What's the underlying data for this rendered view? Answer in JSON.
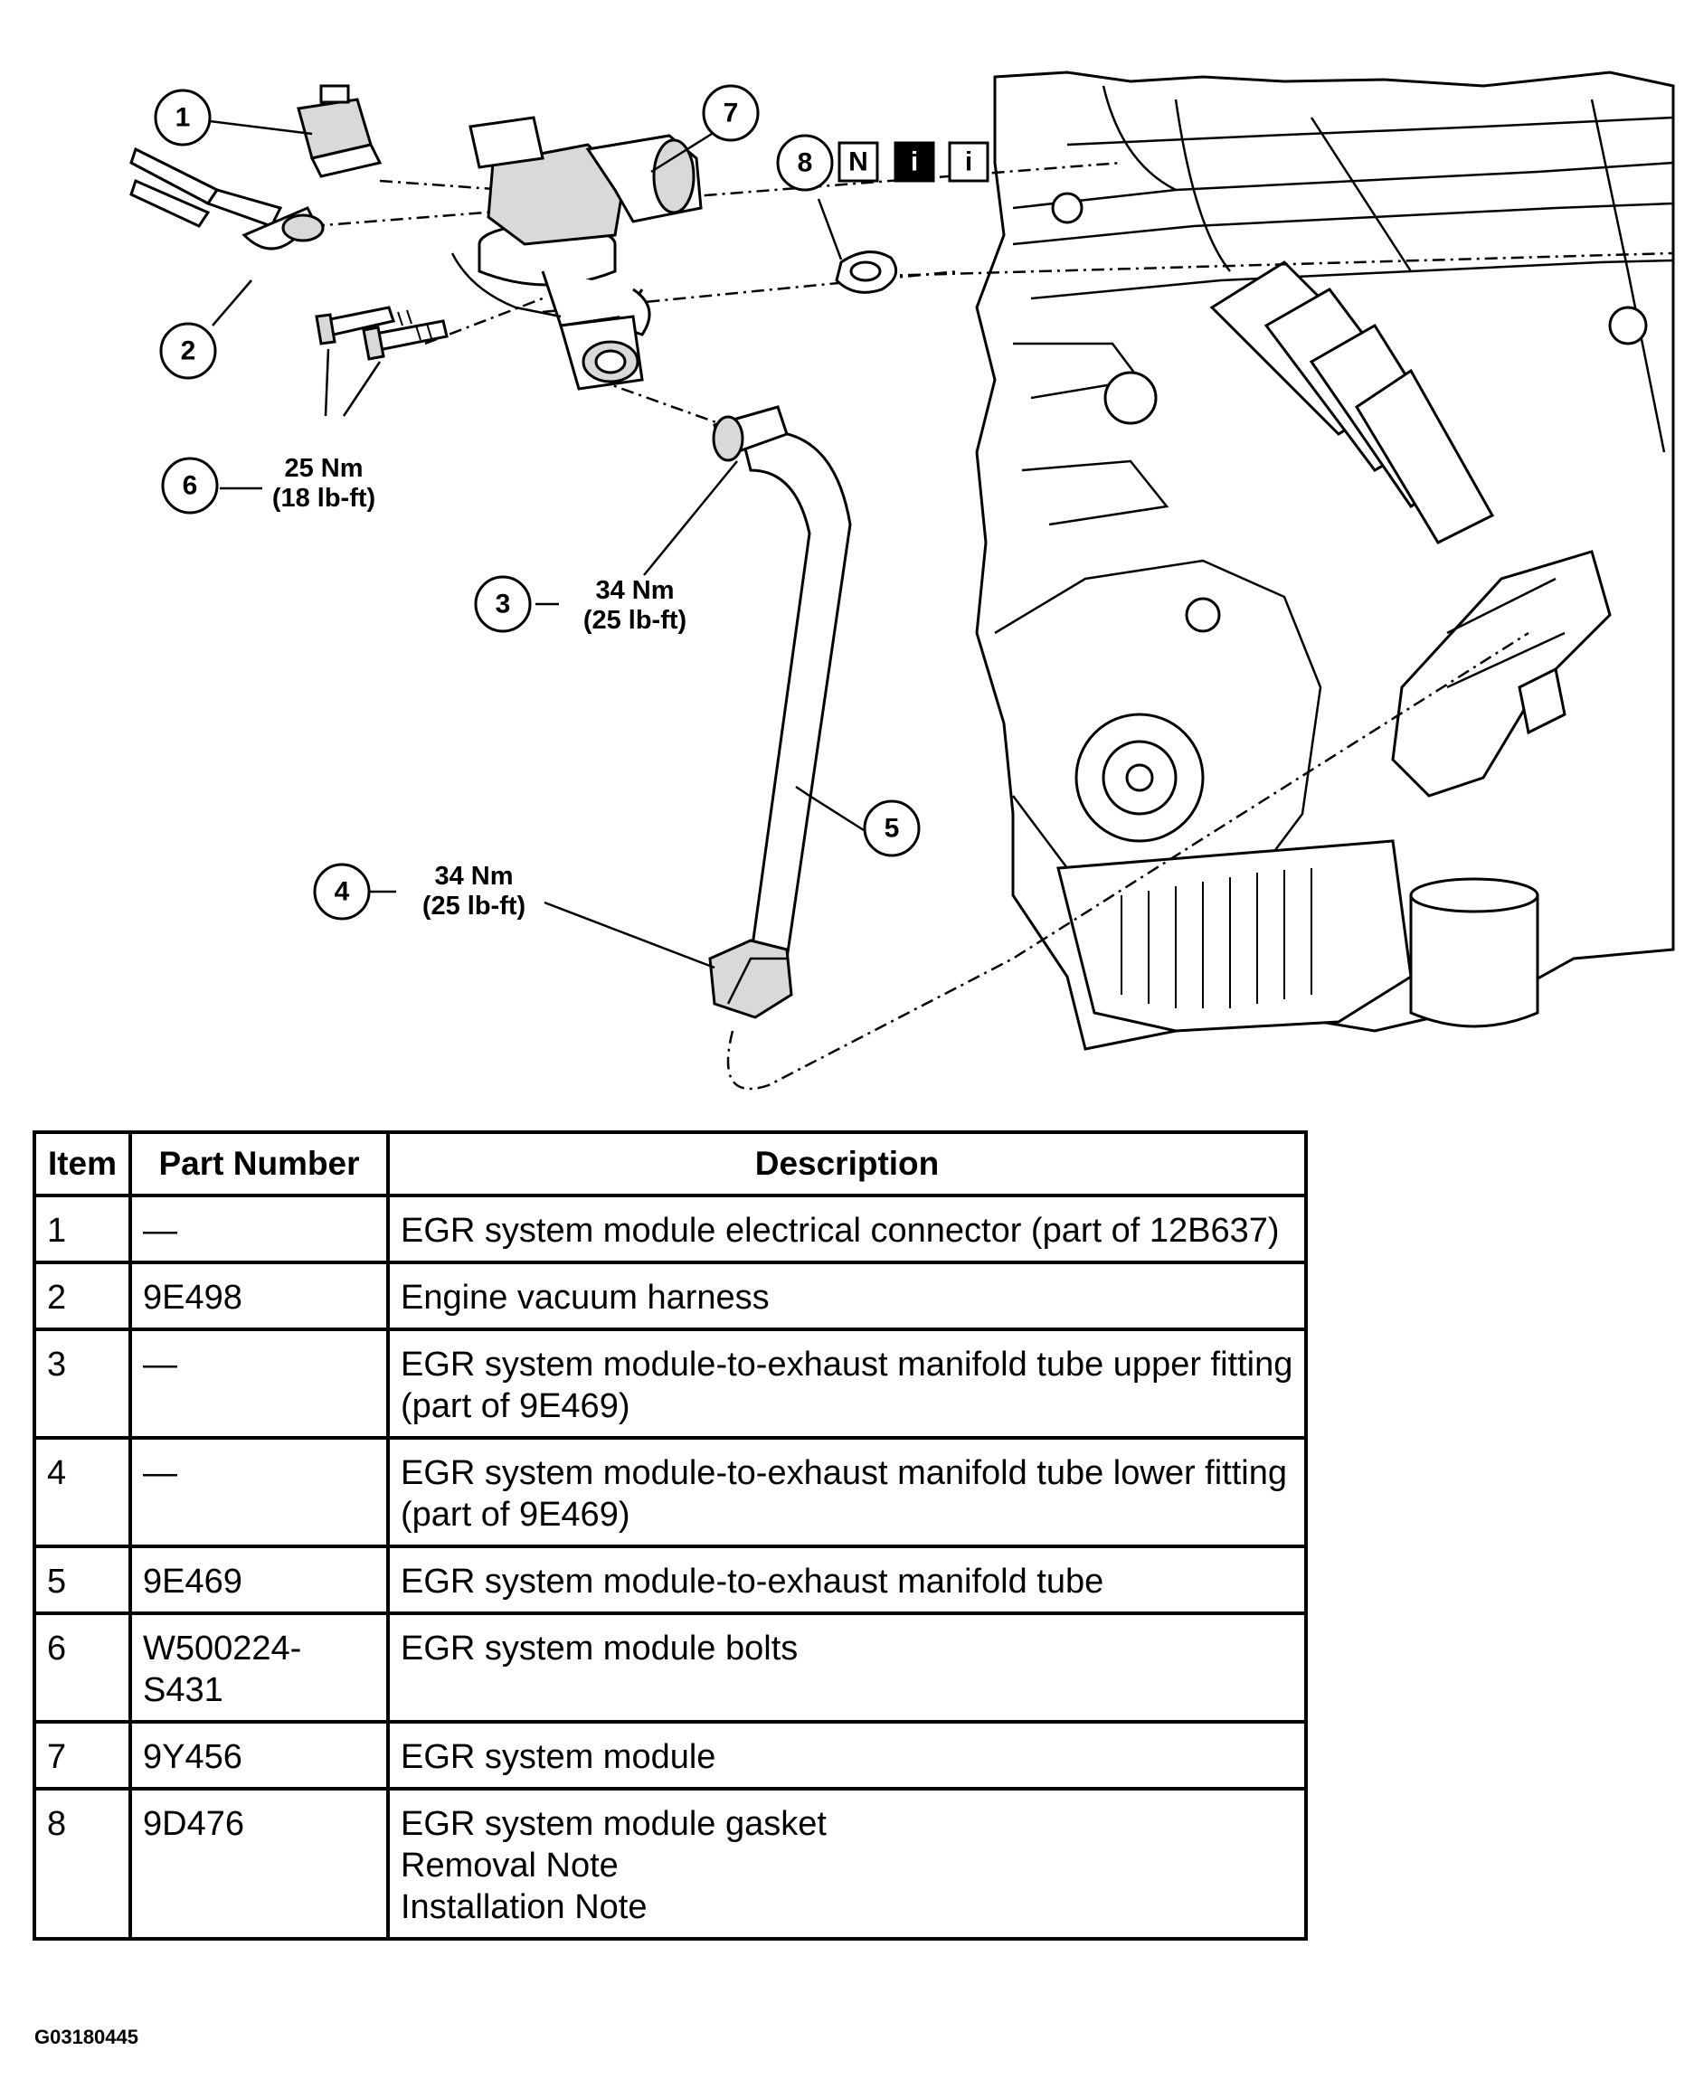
{
  "callouts": [
    {
      "num": "1"
    },
    {
      "num": "2"
    },
    {
      "num": "3"
    },
    {
      "num": "4"
    },
    {
      "num": "5"
    },
    {
      "num": "6"
    },
    {
      "num": "7"
    },
    {
      "num": "8"
    }
  ],
  "torque_specs": {
    "item6": {
      "metric": "25 Nm",
      "imperial": "(18 lb-ft)"
    },
    "item3": {
      "metric": "34 Nm",
      "imperial": "(25 lb-ft)"
    },
    "item4": {
      "metric": "34 Nm",
      "imperial": "(25 lb-ft)"
    }
  },
  "note_icons": [
    "N",
    "i",
    "i"
  ],
  "table": {
    "headers": [
      "Item",
      "Part Number",
      "Description"
    ],
    "rows": [
      {
        "item": "1",
        "part": [
          "—"
        ],
        "desc": [
          "EGR system module electrical connector (part of 12B637)"
        ]
      },
      {
        "item": "2",
        "part": [
          "9E498"
        ],
        "desc": [
          "Engine vacuum harness"
        ]
      },
      {
        "item": "3",
        "part": [
          "—"
        ],
        "desc": [
          "EGR system module-to-exhaust manifold tube upper fitting (part of 9E469)"
        ]
      },
      {
        "item": "4",
        "part": [
          "—"
        ],
        "desc": [
          "EGR system module-to-exhaust manifold tube lower fitting (part of 9E469)"
        ]
      },
      {
        "item": "5",
        "part": [
          "9E469"
        ],
        "desc": [
          "EGR system module-to-exhaust manifold tube"
        ]
      },
      {
        "item": "6",
        "part": [
          "W500224-",
          "S431"
        ],
        "desc": [
          "EGR system module bolts"
        ]
      },
      {
        "item": "7",
        "part": [
          "9Y456"
        ],
        "desc": [
          "EGR system module"
        ]
      },
      {
        "item": "8",
        "part": [
          "9D476"
        ],
        "desc": [
          "EGR system module gasket",
          "Removal Note",
          "Installation Note"
        ]
      }
    ]
  },
  "figure_id": "G03180445"
}
